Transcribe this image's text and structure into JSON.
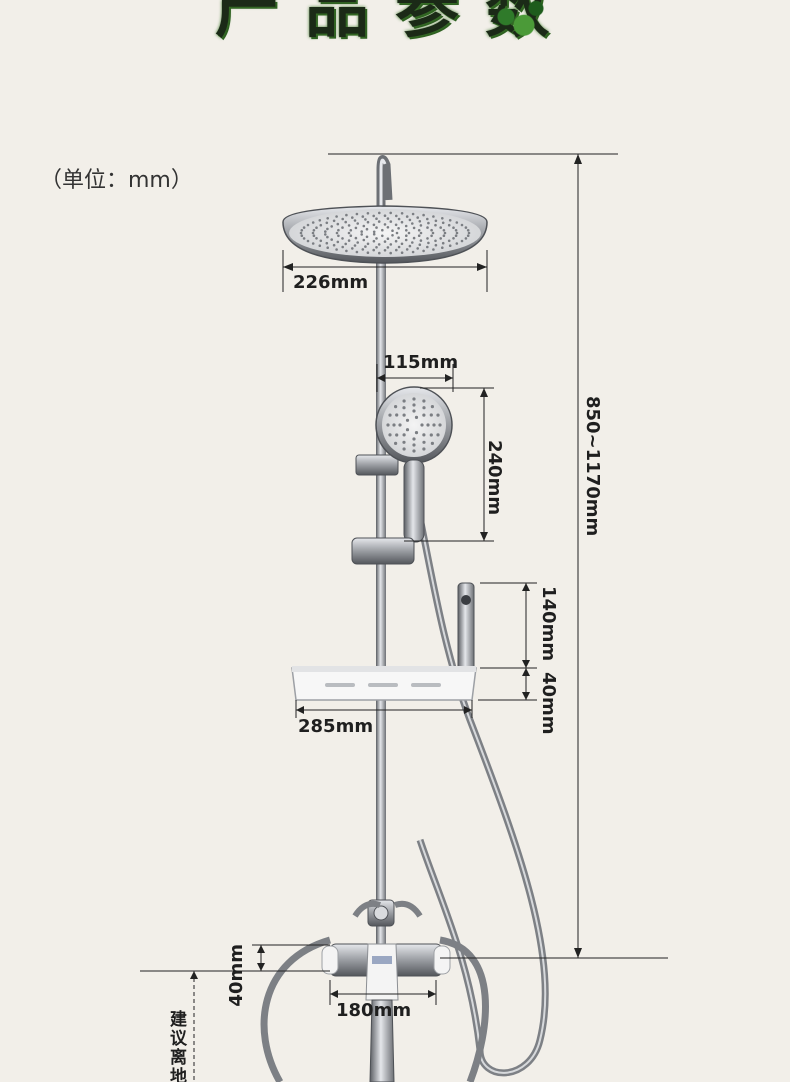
{
  "header": {
    "title": "产品参数"
  },
  "unit_label": "（单位：mm）",
  "dimensions": {
    "top_shower_width": "226mm",
    "hand_shower_width": "115mm",
    "hand_shower_height": "240mm",
    "total_height": "850~1170mm",
    "spray_gun_height": "140mm",
    "shelf_height": "40mm",
    "shelf_width": "285mm",
    "valve_height": "40mm",
    "valve_spacing": "180mm",
    "floor_note": "建议离地"
  },
  "colors": {
    "background": "#f2efe9",
    "chrome": "#8c8f94",
    "dimension_line": "#222222",
    "title": "#1b2a17"
  }
}
